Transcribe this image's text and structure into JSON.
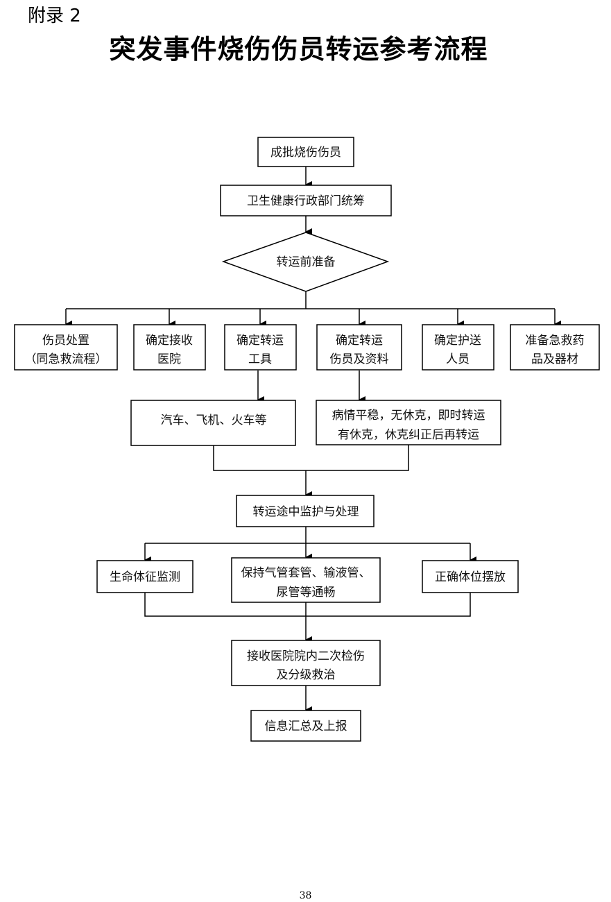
{
  "header": {
    "appendix": "附录 2",
    "title": "突发事件烧伤伤员转运参考流程"
  },
  "flow": {
    "start": [
      "成批烧伤伤员"
    ],
    "coordination": [
      "卫生健康行政部门统筹"
    ],
    "decision": [
      "转运前准备"
    ],
    "tasks": [
      [
        "伤员处置",
        "（同急救流程）"
      ],
      [
        "确定接收",
        "医院"
      ],
      [
        "确定转运",
        "工具"
      ],
      [
        "确定转运",
        "伤员及资料"
      ],
      [
        "确定护送",
        "人员"
      ],
      [
        "准备急救药",
        "品及器材"
      ]
    ],
    "vehicles": [
      "汽车、飞机、火车等"
    ],
    "patient_criteria": [
      "病情平稳，无休克，即时转运",
      "有休克，休克纠正后再转运"
    ],
    "monitoring": [
      "转运途中监护与处理"
    ],
    "measures": [
      [
        "生命体征监测"
      ],
      [
        "保持气管套管、输液管、",
        "尿管等通畅"
      ],
      [
        "正确体位摆放"
      ]
    ],
    "hospital": [
      "接收医院院内二次检伤",
      "及分级救治"
    ],
    "report": [
      "信息汇总及上报"
    ]
  },
  "footer": {
    "page_number": "38"
  }
}
